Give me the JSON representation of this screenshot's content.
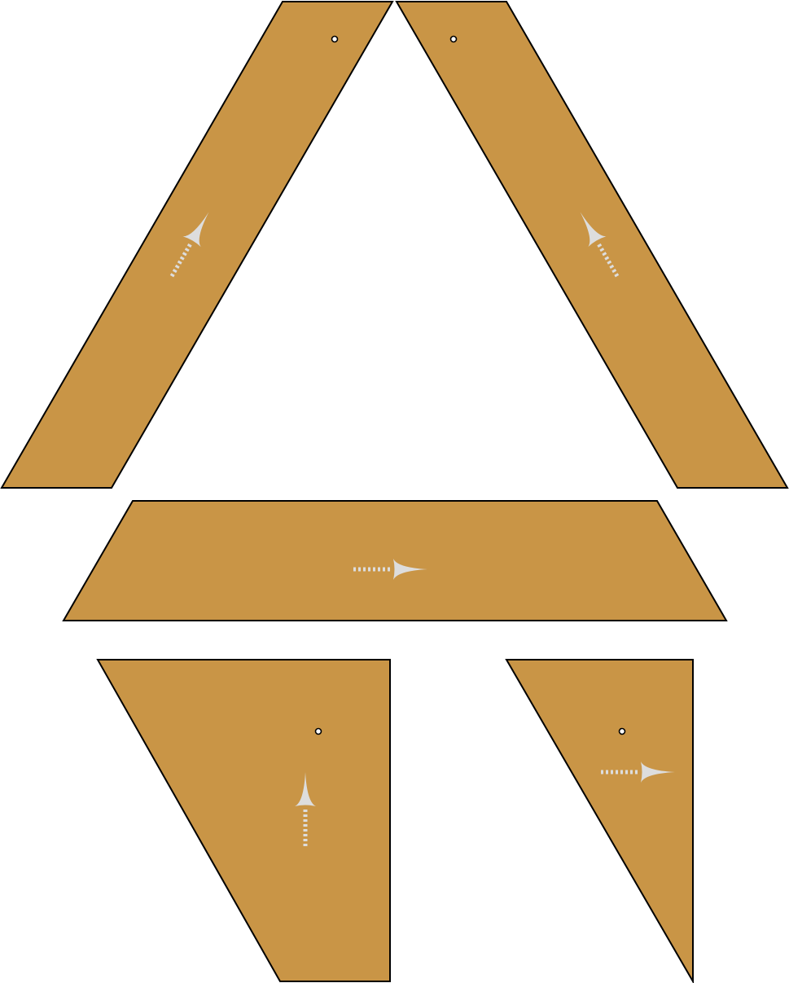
{
  "colors": {
    "background": "#ffffff",
    "piece_fill": "#c99546",
    "piece_stroke": "#000000",
    "arrow_fill": "#dddddd",
    "pivot_fill": "#ffffff"
  },
  "pieces": [
    {
      "id": "left-diagonal-strip",
      "shape": "parallelogram",
      "arrow_direction": "up-right",
      "has_pivot": true
    },
    {
      "id": "right-diagonal-strip",
      "shape": "parallelogram",
      "arrow_direction": "up-left",
      "has_pivot": true
    },
    {
      "id": "horizontal-trapezoid",
      "shape": "trapezoid",
      "arrow_direction": "right",
      "has_pivot": false
    },
    {
      "id": "bottom-left-trapezoid",
      "shape": "trapezoid",
      "arrow_direction": "up",
      "has_pivot": true
    },
    {
      "id": "bottom-right-triangle",
      "shape": "triangle",
      "arrow_direction": "right",
      "has_pivot": true
    }
  ]
}
